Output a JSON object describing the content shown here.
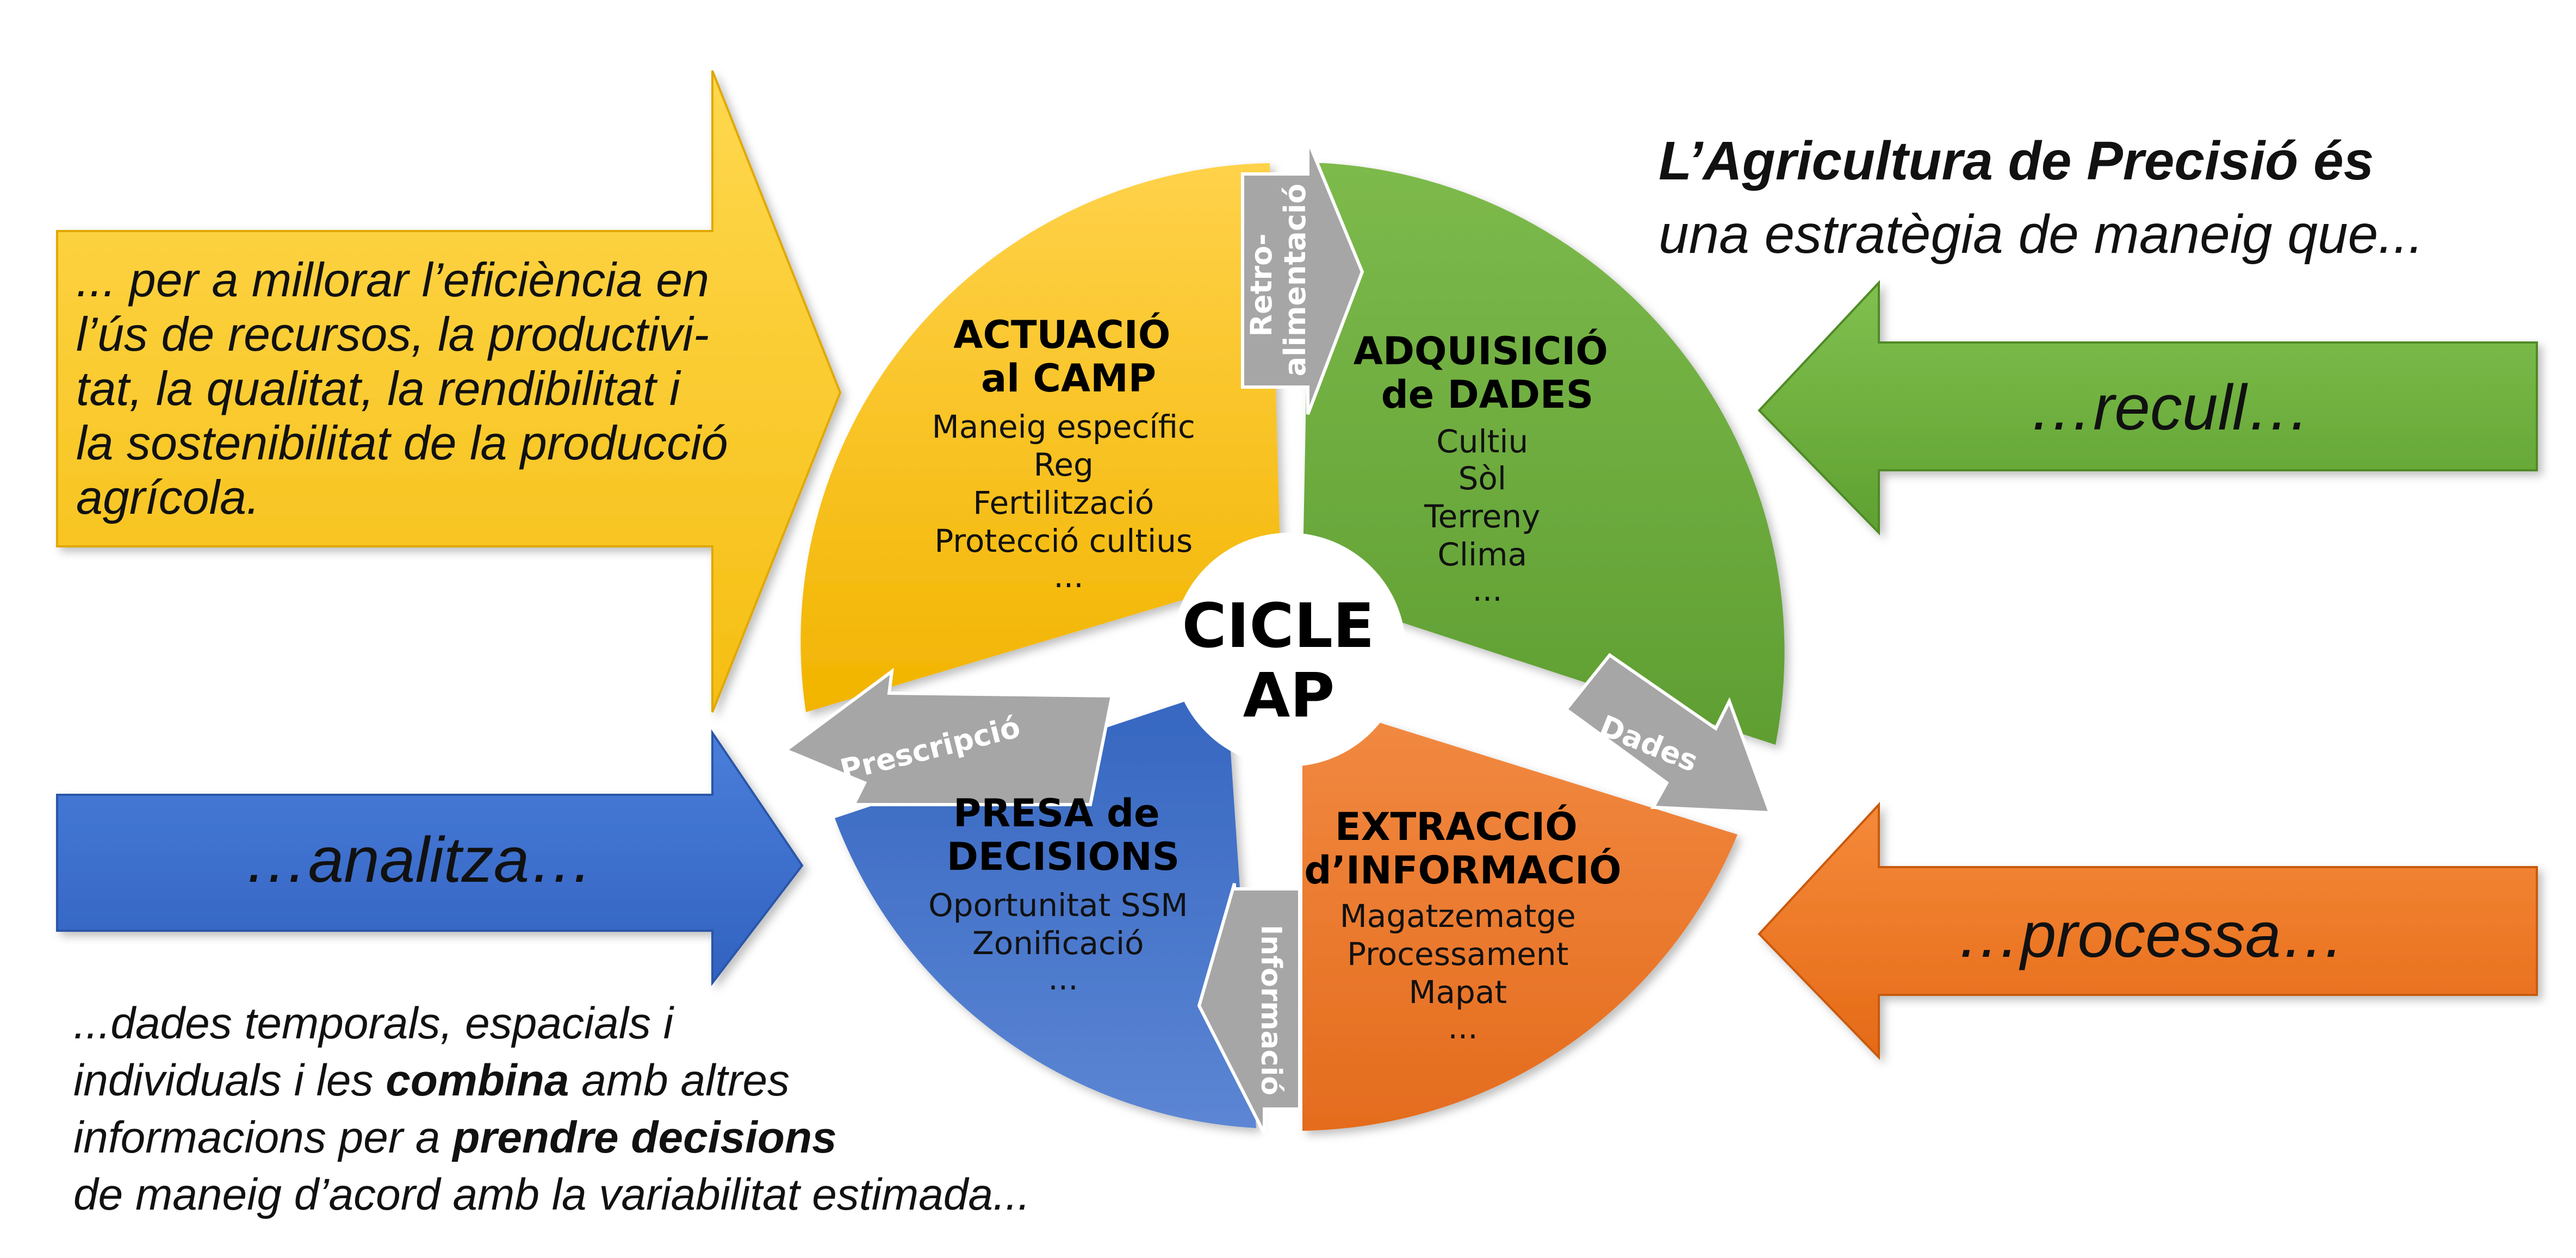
{
  "center": {
    "line1": "CICLE",
    "line2": "AP"
  },
  "quadrants": {
    "actuacio": {
      "title": [
        "ACTUACIÓ",
        "al CAMP"
      ],
      "items": [
        "Maneig específic",
        "Reg",
        "Fertilització",
        "Protecció cultius",
        "..."
      ],
      "color": "#F5B800"
    },
    "adquisicio": {
      "title": [
        "ADQUISICIÓ",
        "de DADES"
      ],
      "items": [
        "Cultiu",
        "Sòl",
        "Terreny",
        "Clima",
        "..."
      ],
      "color": "#6FAE3E"
    },
    "extraccio": {
      "title": [
        "EXTRACCIÓ",
        "d’INFORMACIÓ"
      ],
      "items": [
        "Magatzematge",
        "Processament",
        "Mapat",
        "..."
      ],
      "color": "#ED7D31"
    },
    "presa": {
      "title": [
        "PRESA de",
        "DECISIONS"
      ],
      "items": [
        "Oportunitat SSM",
        "Zonificació",
        "..."
      ],
      "color": "#3F72C8"
    }
  },
  "connectors": {
    "retro": [
      "Retro-",
      "alimentació"
    ],
    "dades": "Dades",
    "informacio": "Informació",
    "prescripcio": "Prescripció",
    "color": "#A6A6A6"
  },
  "heading": {
    "bold": "L’Agricultura de Precisió és",
    "rest": "una estratègia de maneig que..."
  },
  "arrows": {
    "recull": "…recull…",
    "processa": "…processa…",
    "analitza": "…analitza…",
    "millorar": [
      "... per a millorar l’eficiència en",
      "l’ús de recursos, la productivi-",
      "tat, la qualitat, la rendibilitat i",
      "la sostenibilitat de la producció",
      "agrícola."
    ]
  },
  "bottom_text": {
    "line1": "...dades temporals, espacials  i",
    "line2_a": "individuals i les ",
    "line2_b": "combina",
    "line2_c": " amb altres",
    "line3_a": "informacions per a ",
    "line3_b": "prendre decisions",
    "line4": "de maneig d’acord amb la variabilitat estimada..."
  }
}
